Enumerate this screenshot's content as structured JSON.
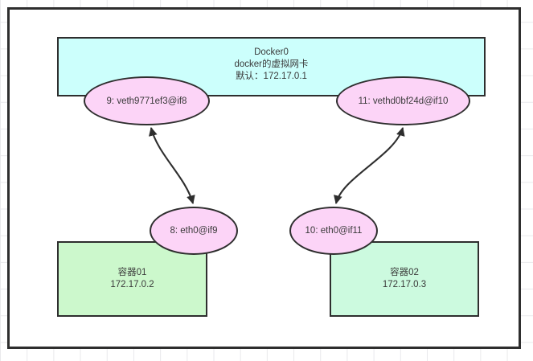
{
  "diagram": {
    "title": "Docker0 bridge network topology",
    "colors": {
      "bridge_fill": "#ccfffc",
      "container01_fill": "#ccf8cc",
      "container02_fill": "#ccfadf",
      "interface_fill": "#fcd4f7",
      "stroke": "#2e2e2e",
      "text": "#3a3a3a",
      "grid": "#e9e9ec"
    },
    "bridge": {
      "name": "Docker0",
      "description": "docker的虚拟网卡",
      "gateway_label": "默认：172.17.0.1",
      "text_block": "Docker0\ndocker的虚拟网卡\n默认：172.17.0.1"
    },
    "host_interfaces": [
      {
        "id": "veth-left",
        "label": "9: veth9771ef3@if8"
      },
      {
        "id": "veth-right",
        "label": "11: vethd0bf24d@if10"
      }
    ],
    "container_interfaces": [
      {
        "id": "eth-left",
        "label": "8: eth0@if9"
      },
      {
        "id": "eth-right",
        "label": "10: eth0@if11"
      }
    ],
    "containers": [
      {
        "id": "container01",
        "name": "容器01",
        "ip": "172.17.0.2",
        "text_block": "容器01\n172.17.0.2"
      },
      {
        "id": "container02",
        "name": "容器02",
        "ip": "172.17.0.3",
        "text_block": "容器02\n172.17.0.3"
      }
    ],
    "links": [
      {
        "id": "link-left",
        "from": "9: veth9771ef3@if8",
        "to": "8: eth0@if9",
        "bidirectional": true
      },
      {
        "id": "link-right",
        "from": "10: eth0@if11",
        "to": "11: vethd0bf24d@if10",
        "bidirectional": true
      }
    ]
  }
}
